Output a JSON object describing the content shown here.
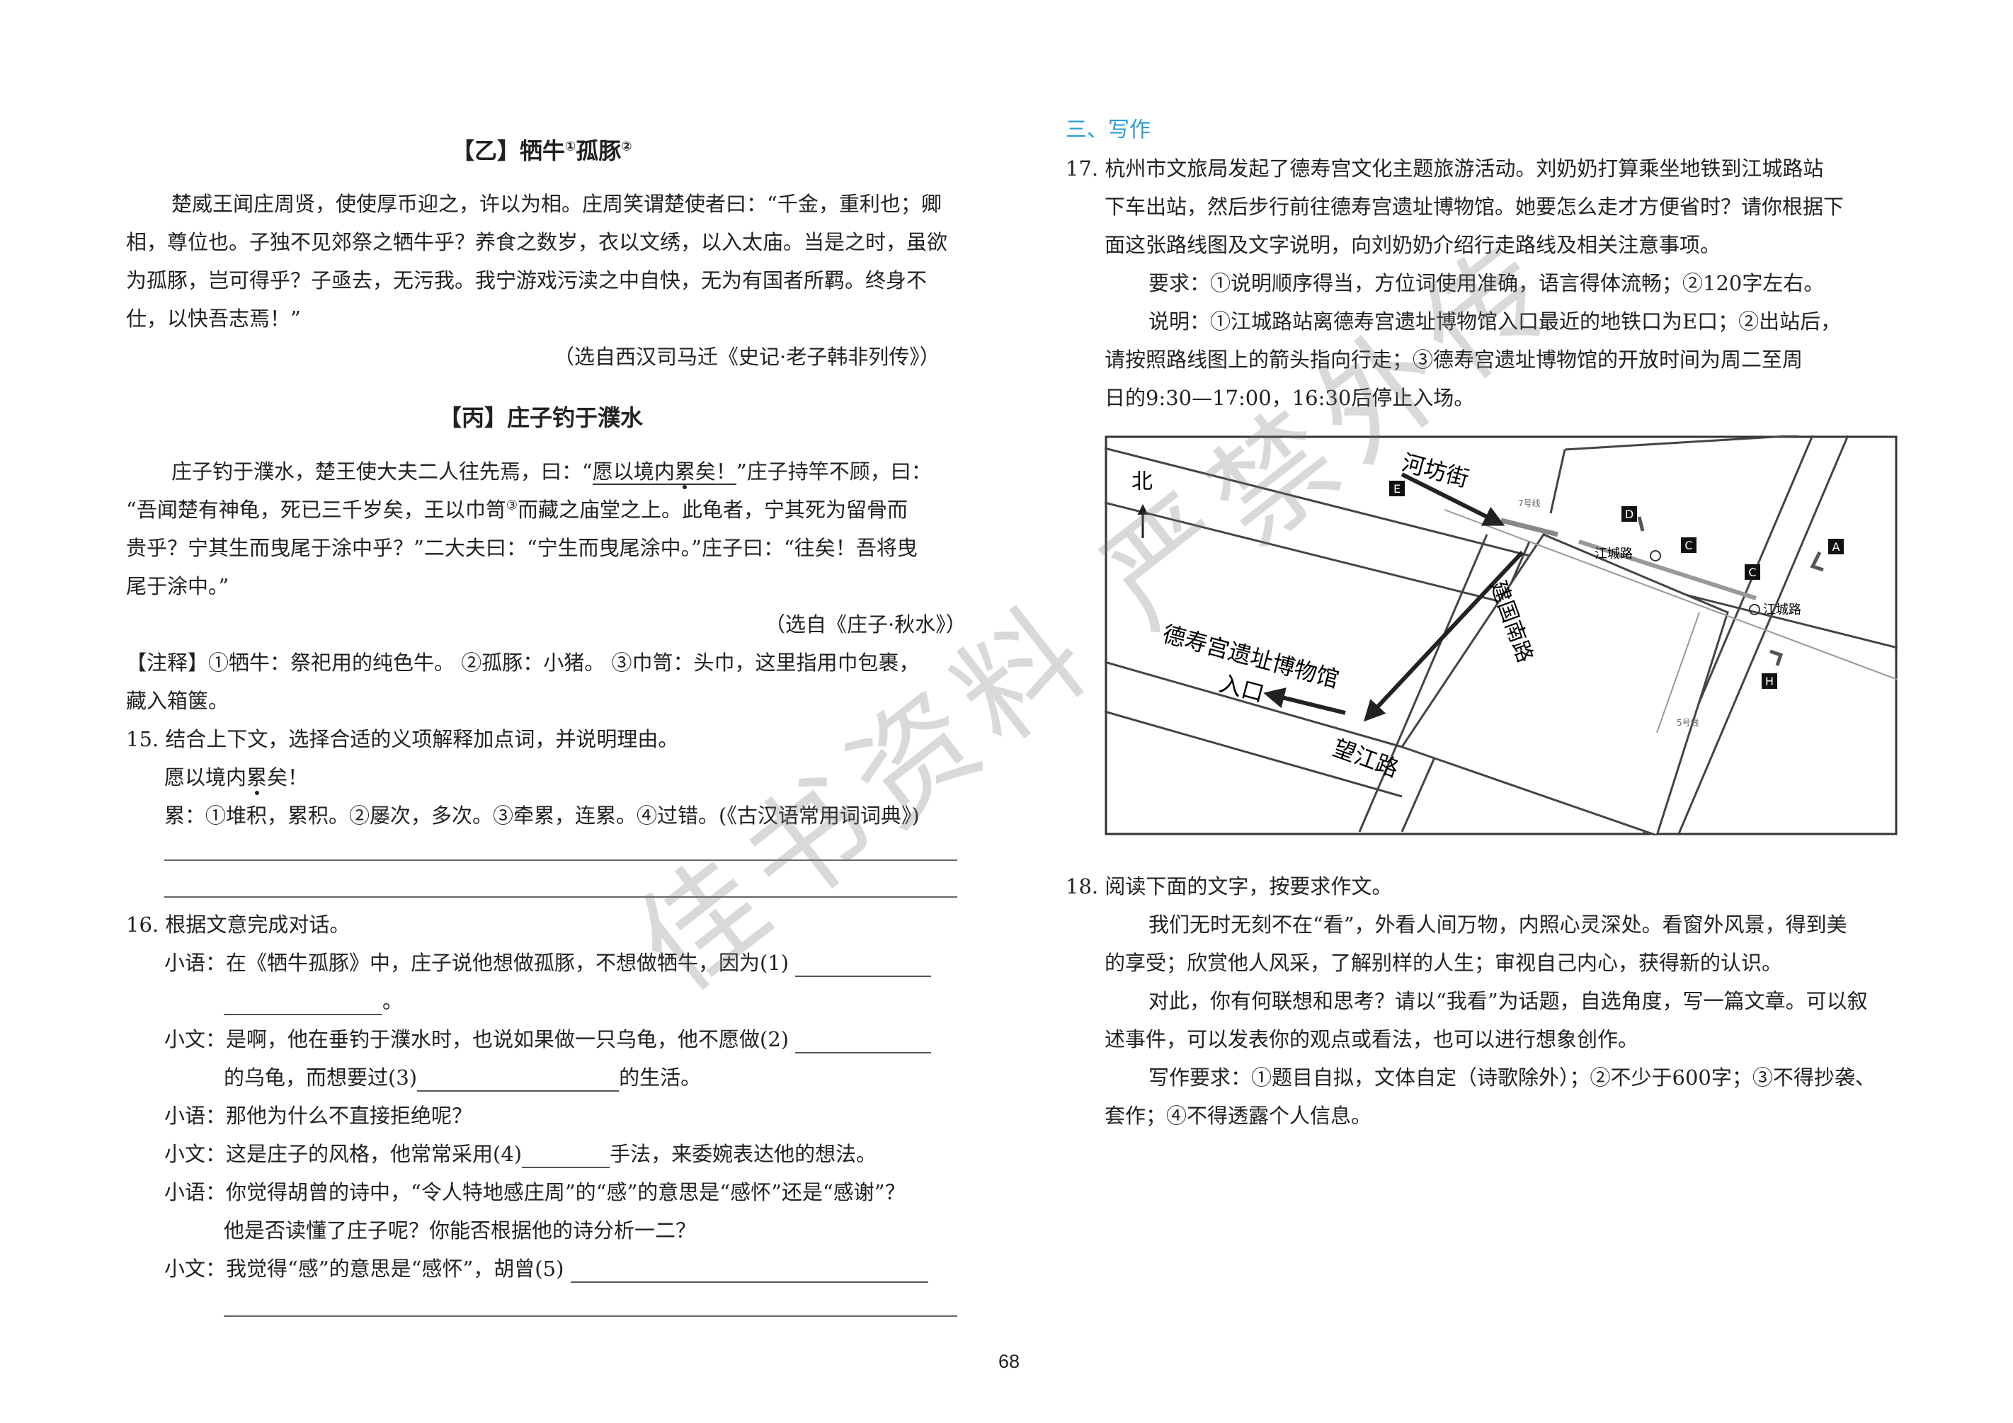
{
  "left": {
    "section_yi": {
      "title_pre": "【乙】牺牛",
      "sup1": "①",
      "title_mid": "孤豚",
      "sup2": "②"
    },
    "yi_lines": [
      "楚威王闻庄周贤，使使厚币迎之，许以为相。庄周笑谓楚使者曰：“千金，重利也；卿",
      "相，尊位也。子独不见郊祭之牺牛乎？养食之数岁，衣以文绣，以入太庙。当是之时，虽欲",
      "为孤豚，岂可得乎？子亟去，无污我。我宁游戏污渎之中自快，无为有国者所羁。终身不",
      "仕，以快吾志焉！”"
    ],
    "yi_source": "（选自西汉司马迁《史记·老子韩非列传》）",
    "section_bing": {
      "title": "【丙】庄子钓于濮水"
    },
    "bing_line1_pre": "庄子钓于濮水，楚王使大夫二人往先焉，曰：“",
    "bing_line1_ul_a": "愿以境内",
    "bing_line1_dot": "累",
    "bing_line1_ul_b": "矣！",
    "bing_line1_post": "”庄子持竿不顾，曰：",
    "bing_line2_pre": "“吾闻楚有神龟，死已三千岁矣，王以巾笥",
    "bing_line2_sup": "③",
    "bing_line2_post": "而藏之庙堂之上。此龟者，宁其死为留骨而",
    "bing_lines_rest": [
      "贵乎？宁其生而曳尾于涂中乎？”二大夫曰：“宁生而曳尾涂中。”庄子曰：“往矣！吾将曳",
      "尾于涂中。”"
    ],
    "bing_source": "（选自《庄子·秋水》）",
    "notes_line1": "【注释】①牺牛：祭祀用的纯色牛。 ②孤豚：小猪。 ③巾笥：头巾，这里指用巾包裹，",
    "notes_line2": "藏入箱箧。",
    "q15": {
      "stem": "15. 结合上下文，选择合适的义项解释加点词，并说明理由。",
      "sentence_pre": "愿以境内",
      "sentence_dot": "累",
      "sentence_post": "矣！",
      "options": "累：①堆积，累积。②屡次，多次。③牵累，连累。④过错。(《古汉语常用词词典》)"
    },
    "q16": {
      "stem": "16. 根据文意完成对话。",
      "d1a": "小语：在《牺牛孤豚》中，庄子说他想做孤豚，不想做牺牛，因为(1)",
      "d1b_end": "。",
      "d2a": "小文：是啊，他在垂钓于濮水时，也说如果做一只乌龟，他不愿做(2)",
      "d2b_pre": "的乌龟，而想要过(3)",
      "d2b_post": "的生活。",
      "d3": "小语：那他为什么不直接拒绝呢？",
      "d4_pre": "小文：这是庄子的风格，他常常采用(4)",
      "d4_post": "手法，来委婉表达他的想法。",
      "d5a": "小语：你觉得胡曾的诗中，“令人特地感庄周”的“感”的意思是“感怀”还是“感谢”？",
      "d5b": "他是否读懂了庄子呢？你能否根据他的诗分析一二？",
      "d6": "小文：我觉得“感”的意思是“感怀”，胡曾(5)"
    }
  },
  "right": {
    "section_title": "三、写作",
    "q17_lines": [
      "17. 杭州市文旅局发起了德寿宫文化主题旅游活动。刘奶奶打算乘坐地铁到江城路站",
      "下车出站，然后步行前往德寿宫遗址博物馆。她要怎么走才方便省时？请你根据下",
      "面这张路线图及文字说明，向刘奶奶介绍行走路线及相关注意事项。"
    ],
    "q17_req": "要求：①说明顺序得当，方位词使用准确，语言得体流畅；②120字左右。",
    "q17_note_lines": [
      "说明：①江城路站离德寿宫遗址博物馆入口最近的地铁口为E口；②出站后，",
      "请按照路线图上的箭头指向行走；③德寿宫遗址博物馆的开放时间为周二至周",
      "日的9:30—17:00，16:30后停止入场。"
    ],
    "map": {
      "north": "北",
      "street_hefang": "河坊街",
      "street_jianguo": "建国南路",
      "street_wangjiang": "望江路",
      "museum_line1": "德寿宫遗址博物馆",
      "museum_line2": "入口",
      "station1": "江城路",
      "station2": "江城路",
      "metro7": "7号线",
      "metro5": "5号线",
      "exits": [
        "E",
        "D",
        "C",
        "C",
        "A",
        "H"
      ]
    },
    "q18_lines": [
      "18. 阅读下面的文字，按要求作文。",
      "我们无时无刻不在“看”，外看人间万物，内照心灵深处。看窗外风景，得到美",
      "的享受；欣赏他人风采，了解别样的人生；审视自己内心，获得新的认识。",
      "对此，你有何联想和思考？请以“我看”为话题，自选角度，写一篇文章。可以叙",
      "述事件，可以发表你的观点或看法，也可以进行想象创作。",
      "写作要求：①题目自拟，文体自定（诗歌除外）；②不少于600字；③不得抄袭、",
      "套作；④不得透露个人信息。"
    ]
  },
  "watermark": "佳书资料 严禁外传",
  "page_number": "68"
}
